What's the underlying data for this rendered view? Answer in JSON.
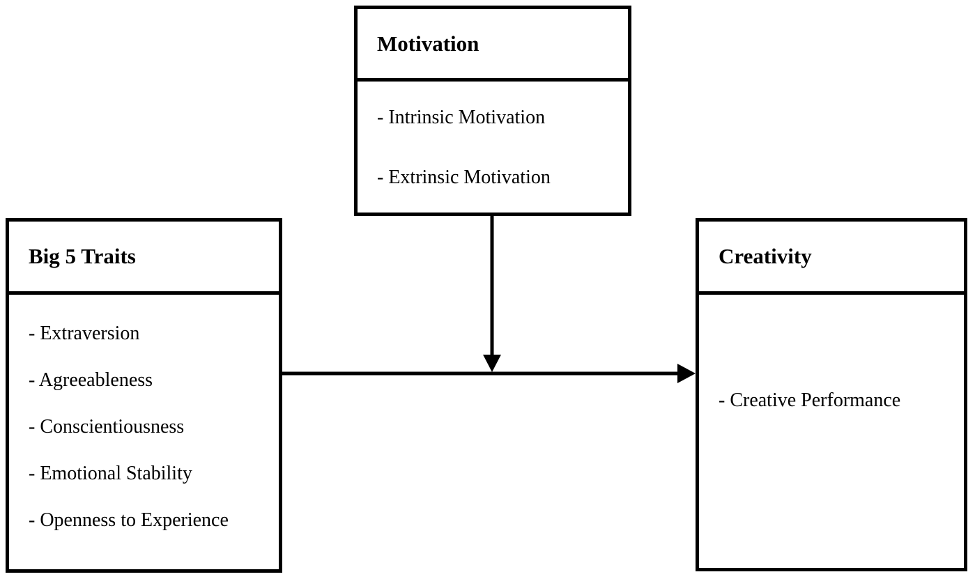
{
  "page": {
    "background": "#ffffff",
    "ink": "#000000"
  },
  "diagram": {
    "type": "moderation-model",
    "boxes": {
      "predictor": {
        "title": "Big 5 Traits",
        "items": [
          "- Extraversion",
          "- Agreeableness",
          "- Conscientiousness",
          "- Emotional Stability",
          "- Openness to Experience"
        ]
      },
      "moderator": {
        "title": "Motivation",
        "items": [
          "- Intrinsic Motivation",
          "- Extrinsic Motivation"
        ]
      },
      "outcome": {
        "title": "Creativity",
        "items": [
          "- Creative Performance"
        ]
      }
    },
    "relations": [
      {
        "from": "Big 5 Traits",
        "to": "Creativity",
        "kind": "direct-effect-arrow"
      },
      {
        "from": "Motivation",
        "to": "Big 5 Traits to Creativity arrow",
        "kind": "moderation-arrow"
      }
    ]
  }
}
